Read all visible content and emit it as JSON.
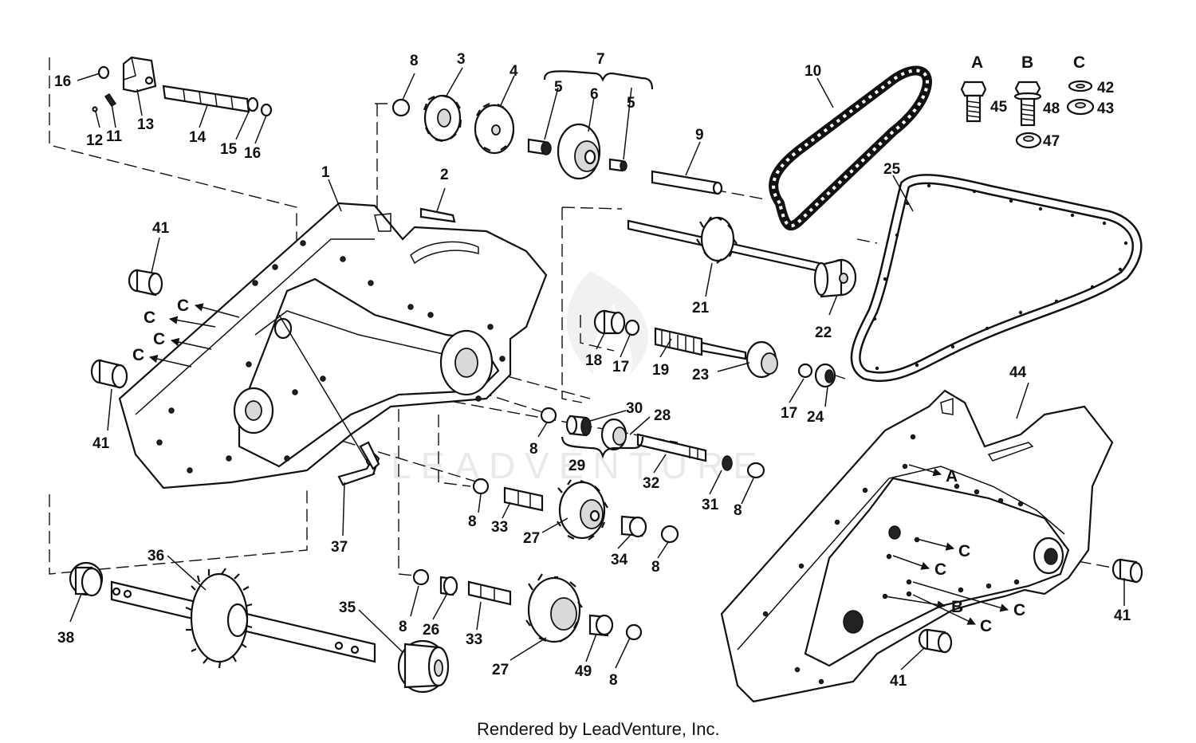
{
  "labels": {
    "p1": "1",
    "p2": "2",
    "p3": "3",
    "p4": "4",
    "p5a": "5",
    "p5b": "5",
    "p6": "6",
    "p7": "7",
    "p8a": "8",
    "p8b": "8",
    "p8c": "8",
    "p8d": "8",
    "p8e": "8",
    "p8f": "8",
    "p8g": "8",
    "p9": "9",
    "p10": "10",
    "p11": "11",
    "p12": "12",
    "p13": "13",
    "p14": "14",
    "p15": "15",
    "p16a": "16",
    "p16b": "16",
    "p17a": "17",
    "p17b": "17",
    "p18": "18",
    "p19": "19",
    "p21": "21",
    "p22": "22",
    "p23": "23",
    "p24": "24",
    "p25": "25",
    "p26": "26",
    "p27a": "27",
    "p27b": "27",
    "p28": "28",
    "p29": "29",
    "p30": "30",
    "p31": "31",
    "p32": "32",
    "p33a": "33",
    "p33b": "33",
    "p34": "34",
    "p35": "35",
    "p36": "36",
    "p37": "37",
    "p38": "38",
    "p41a": "41",
    "p41b": "41",
    "p41c": "41",
    "p41d": "41",
    "p42": "42",
    "p43": "43",
    "p44": "44",
    "p45": "45",
    "p47": "47",
    "p48": "48",
    "p49": "49"
  },
  "hardware_legend": {
    "a": "A",
    "b": "B",
    "c": "C"
  },
  "arrow_labels": {
    "left_c1": "C",
    "left_c2": "C",
    "left_c3": "C",
    "left_c4": "C",
    "right_a": "A",
    "right_c1": "C",
    "right_c2": "C",
    "right_c3": "C",
    "right_b": "B",
    "right_c4": "C"
  },
  "watermark": "LEADVENTURE",
  "footer": "Rendered by LeadVenture, Inc."
}
